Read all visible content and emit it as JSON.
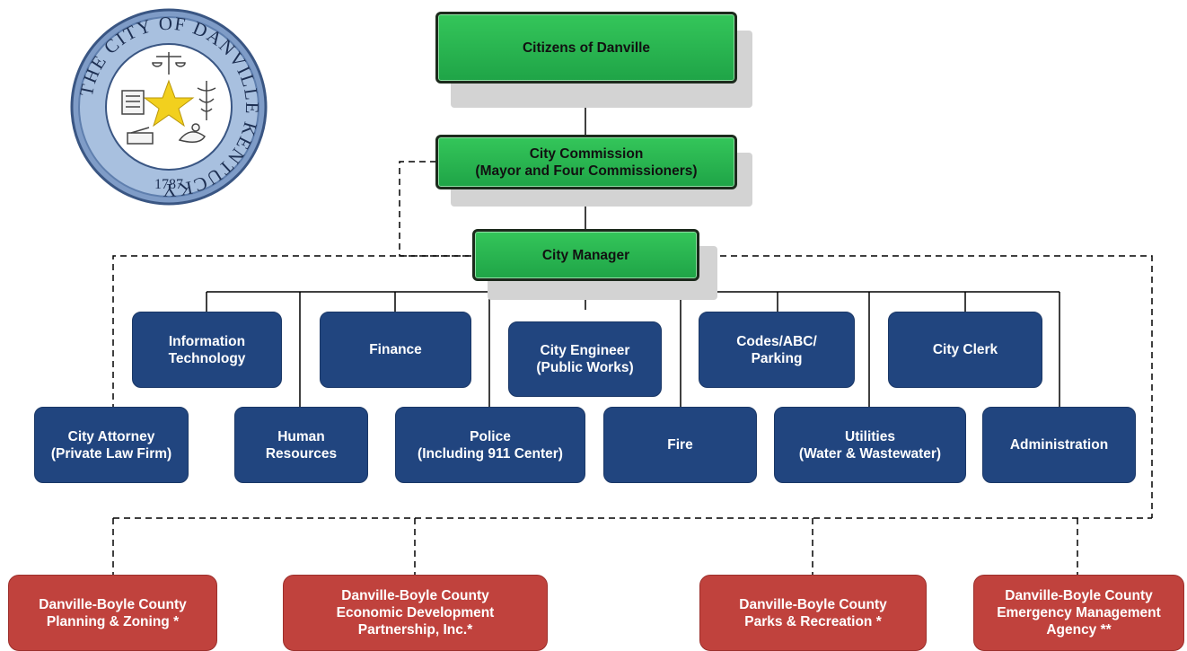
{
  "seal": {
    "ring_text_top": "THE CITY OF DANVILLE KENTUCKY",
    "year": "1787",
    "colors": {
      "ring": "#9fb8d6",
      "center": "#ffffff",
      "star": "#f2d01e"
    }
  },
  "governance": {
    "citizens": "Citizens of Danville",
    "commission": "City Commission\n(Mayor and Four Commissioners)",
    "manager": "City Manager"
  },
  "departments_upper": [
    "Information\nTechnology",
    "Finance",
    "City Engineer\n(Public Works)",
    "Codes/ABC/\nParking",
    "City Clerk"
  ],
  "departments_lower": [
    "City Attorney\n(Private Law Firm)",
    "Human\nResources",
    "Police\n(Including 911 Center)",
    "Fire",
    "Utilities\n(Water & Wastewater)",
    "Administration"
  ],
  "agencies": [
    "Danville-Boyle County\nPlanning & Zoning  *",
    "Danville-Boyle County\nEconomic Development\nPartnership, Inc.*",
    "Danville-Boyle County\nParks & Recreation *",
    "Danville-Boyle County\nEmergency Management\nAgency **"
  ],
  "colors": {
    "governance": "#22b14c",
    "department": "#21457f",
    "agency": "#c0423d"
  }
}
